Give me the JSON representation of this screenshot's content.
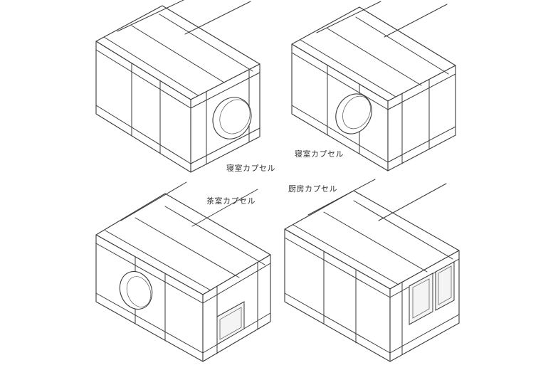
{
  "labels": {
    "capsule_a": "寝室カプセル",
    "capsule_b": "寝室カプセル",
    "capsule_c": "茶室カプセル",
    "capsule_d": "厨房カプセル"
  },
  "colors": {
    "line": "#3a3a3a",
    "background": "#ffffff"
  }
}
